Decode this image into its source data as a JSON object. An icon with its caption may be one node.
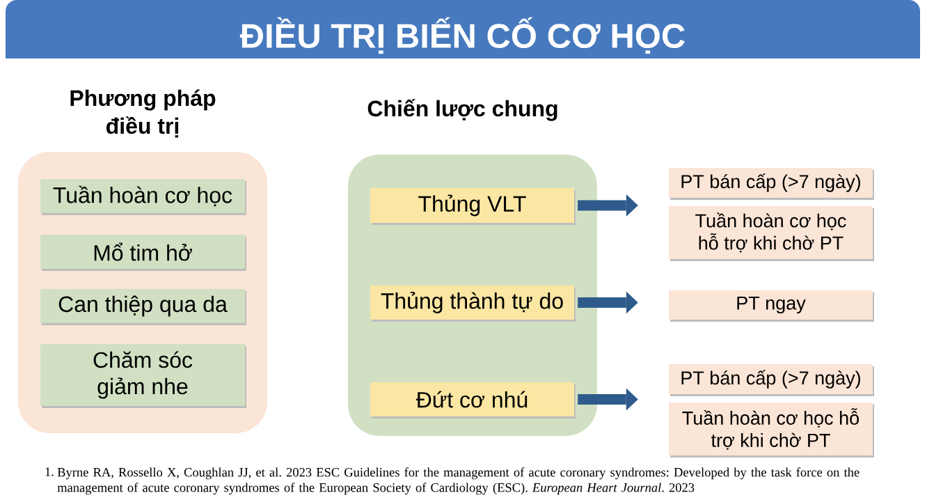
{
  "diagram": {
    "title": "ĐIỀU TRỊ BIẾN CỐ CƠ HỌC",
    "nodes": [
      {
        "text": [
          "Phương pháp điều trị"
        ]
      },
      {
        "text": [
          "Tuần hoàn cơ học"
        ],
        "in": 0
      },
      {
        "text": [
          "Mổ tim hở"
        ],
        "in": 0
      },
      {
        "text": [
          "Can thiệp qua da"
        ],
        "in": 0
      },
      {
        "text": [
          "Chăm sóc giảm nhe"
        ],
        "in": 0
      },
      {
        "text": [
          "Chiến lược chung"
        ]
      },
      {
        "text": [
          "Thủng VLT"
        ],
        "in": 5
      },
      {
        "text": [
          "Thủng thành tự do"
        ],
        "in": 5
      },
      {
        "text": [
          "Đứt cơ nhú"
        ],
        "in": 5
      },
      {
        "text": [
          "PT bán cấp (>7 ngày)"
        ]
      },
      {
        "text": [
          "Tuần hoàn cơ học hỗ trợ khi chờ PT"
        ]
      },
      {
        "text": [
          "PT ngay"
        ]
      },
      {
        "text": [
          "PT bán cấp (>7 ngày)"
        ]
      },
      {
        "text": [
          "Tuần hoàn cơ học hỗ trợ khi chờ PT"
        ]
      }
    ],
    "edges": [
      {
        "from": 6,
        "to": 9,
        "arrow": "to"
      },
      {
        "from": 6,
        "to": 10,
        "arrow": "to"
      },
      {
        "from": 7,
        "to": 11,
        "arrow": "to"
      },
      {
        "from": 8,
        "to": 12,
        "arrow": "to"
      },
      {
        "from": 8,
        "to": 13,
        "arrow": "to"
      }
    ],
    "labels": [
      "1.",
      "Byrne RA, Rossello X, Coughlan JJ, et al. 2023 ESC Guidelines for the management of acute coronary syndromes: Developed by the task force on the management of acute coronary syndromes of the European Society of Cardiology (ESC). *European Heart Journal*. 2023"
    ]
  }
}
